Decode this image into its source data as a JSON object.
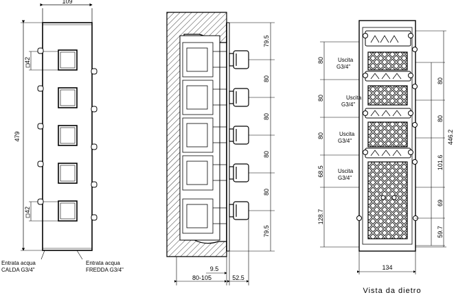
{
  "front_view": {
    "width_dim": "109",
    "height_dim": "479",
    "top_square_dim": "42",
    "bottom_square_dim": "42",
    "inlet_hot": {
      "line1": "Entrata acqua",
      "line2": "CALDA G3/4\""
    },
    "inlet_cold": {
      "line1": "Entrata acqua",
      "line2": "FREDDA G3/4\""
    }
  },
  "side_view": {
    "spacings": [
      "79.5",
      "80",
      "80",
      "80",
      "80",
      "79.5"
    ],
    "dim_offset": "9.5",
    "depth_range": "80-105",
    "depth_front": "52.5"
  },
  "back_view": {
    "caption": "Vista da dietro",
    "outlet_line1": "Uscita",
    "outlet_line2": "G3/4\"",
    "left_spacings": [
      "80",
      "80",
      "80",
      "68.5",
      "128.7"
    ],
    "right_spacings": [
      "80",
      "80",
      "101.6",
      "69",
      "59.7"
    ],
    "total_height": "446.2",
    "bottom_width": "134"
  },
  "colors": {
    "line": "#000000",
    "hatch": "#000000",
    "background": "#ffffff"
  }
}
